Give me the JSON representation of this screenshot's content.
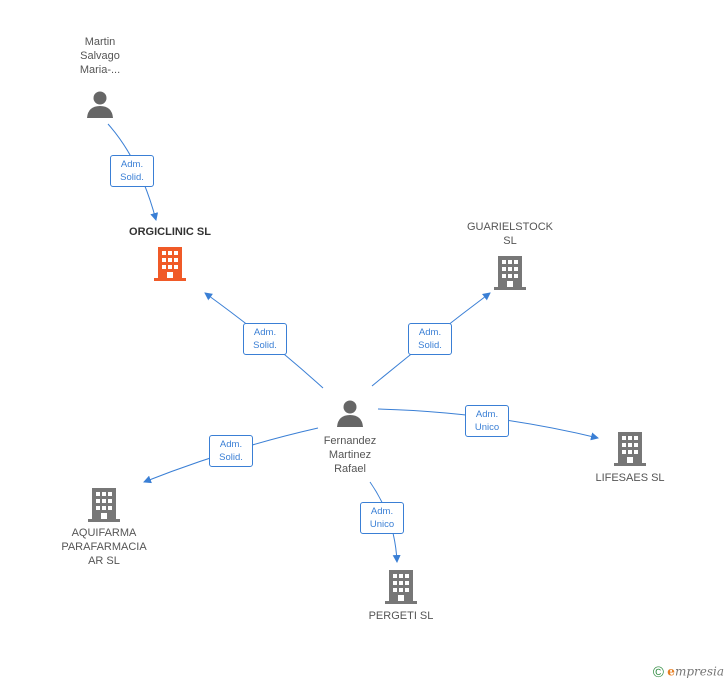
{
  "nodes": {
    "martin": {
      "lines": [
        "Martin",
        "Salvago",
        "Maria-..."
      ],
      "kind": "person"
    },
    "orgiclinic": {
      "lines": [
        "ORGICLINIC SL"
      ],
      "kind": "company-main"
    },
    "guarielstock": {
      "lines": [
        "GUARIELSTOCK",
        "SL"
      ],
      "kind": "company"
    },
    "fernandez": {
      "lines": [
        "Fernandez",
        "Martinez",
        "Rafael"
      ],
      "kind": "person"
    },
    "lifesaes": {
      "lines": [
        "LIFESAES SL"
      ],
      "kind": "company"
    },
    "aquifarma": {
      "lines": [
        "AQUIFARMA",
        "PARAFARMACIA",
        "AR SL"
      ],
      "kind": "company"
    },
    "pergeti": {
      "lines": [
        "PERGETI SL"
      ],
      "kind": "company"
    }
  },
  "edges": [
    {
      "id": "e1",
      "label": [
        "Adm.",
        "Solid."
      ]
    },
    {
      "id": "e2",
      "label": [
        "Adm.",
        "Solid."
      ]
    },
    {
      "id": "e3",
      "label": [
        "Adm.",
        "Solid."
      ]
    },
    {
      "id": "e4",
      "label": [
        "Adm.",
        "Unico"
      ]
    },
    {
      "id": "e5",
      "label": [
        "Adm.",
        "Solid."
      ]
    },
    {
      "id": "e6",
      "label": [
        "Adm.",
        "Unico"
      ]
    }
  ],
  "colors": {
    "edge": "#3a7fd5",
    "main_company": "#f05a28",
    "company": "#777777",
    "person": "#666666"
  },
  "footer": {
    "copyright": "©",
    "brand_first": "e",
    "brand_rest": "mpresia"
  }
}
